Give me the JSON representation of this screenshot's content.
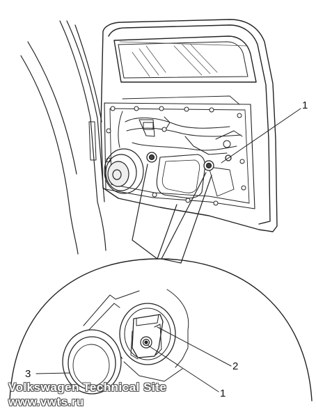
{
  "callouts": {
    "top_1": "1",
    "detail_1": "1",
    "detail_2": "2",
    "detail_3": "3"
  },
  "watermark": {
    "line1": "Volkswagen Technical Site",
    "line2": "www.vwts.ru"
  }
}
